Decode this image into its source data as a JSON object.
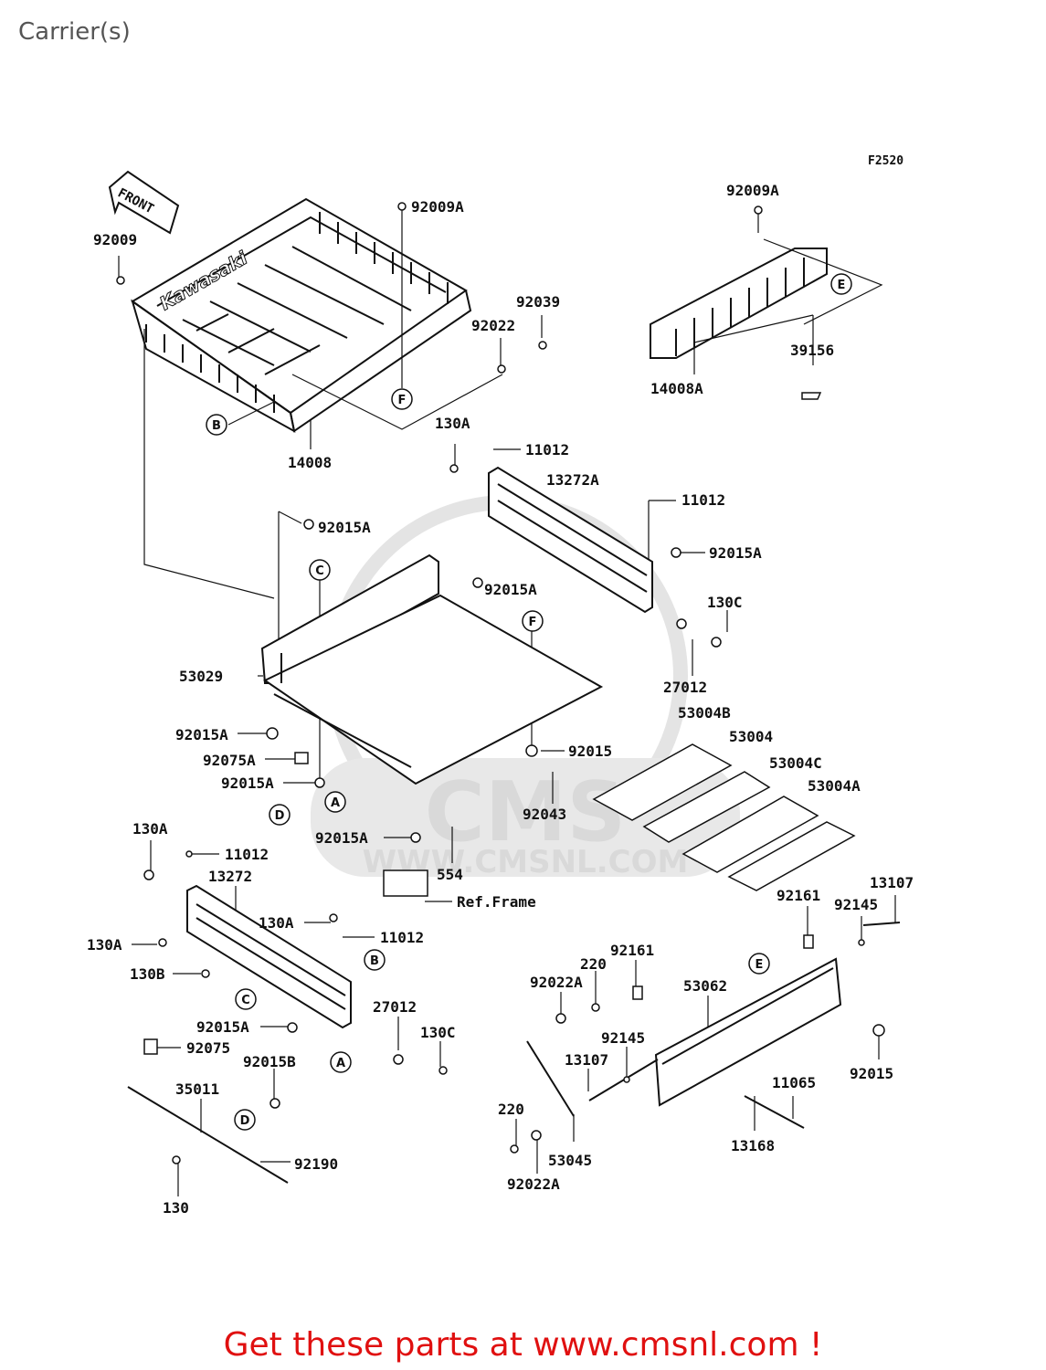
{
  "page": {
    "title": "Carrier(s)",
    "figure_code": "F2520",
    "footer_link": "Get these parts at www.cmsnl.com !",
    "front_arrow_label": "FRONT",
    "brand_text": "Kawasaki"
  },
  "watermark": {
    "text1": "CMS",
    "text2": "WWW.CMSNL.COM"
  },
  "callouts": {
    "A": "A",
    "B": "B",
    "C": "C",
    "D": "D",
    "E": "E",
    "F": "F"
  },
  "parts": [
    {
      "id": "p01",
      "text": "92009A"
    },
    {
      "id": "p02",
      "text": "92009"
    },
    {
      "id": "p03",
      "text": "92039"
    },
    {
      "id": "p04",
      "text": "92022"
    },
    {
      "id": "p05",
      "text": "14008"
    },
    {
      "id": "p06",
      "text": "92009A"
    },
    {
      "id": "p07",
      "text": "39156"
    },
    {
      "id": "p08",
      "text": "14008A"
    },
    {
      "id": "p09",
      "text": "130A"
    },
    {
      "id": "p10",
      "text": "11012"
    },
    {
      "id": "p11",
      "text": "13272A"
    },
    {
      "id": "p12",
      "text": "11012"
    },
    {
      "id": "p13",
      "text": "92015A"
    },
    {
      "id": "p14",
      "text": "92015A"
    },
    {
      "id": "p15",
      "text": "92015A"
    },
    {
      "id": "p16",
      "text": "130C"
    },
    {
      "id": "p17",
      "text": "27012"
    },
    {
      "id": "p18",
      "text": "53029"
    },
    {
      "id": "p19",
      "text": "53004B"
    },
    {
      "id": "p20",
      "text": "53004"
    },
    {
      "id": "p21",
      "text": "53004C"
    },
    {
      "id": "p22",
      "text": "53004A"
    },
    {
      "id": "p23",
      "text": "92015A"
    },
    {
      "id": "p24",
      "text": "92075A"
    },
    {
      "id": "p25",
      "text": "92015A"
    },
    {
      "id": "p26",
      "text": "92015"
    },
    {
      "id": "p27",
      "text": "92043"
    },
    {
      "id": "p28",
      "text": "92015A"
    },
    {
      "id": "p29",
      "text": "554"
    },
    {
      "id": "p30",
      "text": "Ref.Frame"
    },
    {
      "id": "p31",
      "text": "130A"
    },
    {
      "id": "p32",
      "text": "11012"
    },
    {
      "id": "p33",
      "text": "13272"
    },
    {
      "id": "p34",
      "text": "130A"
    },
    {
      "id": "p35",
      "text": "11012"
    },
    {
      "id": "p36",
      "text": "130A"
    },
    {
      "id": "p37",
      "text": "130B"
    },
    {
      "id": "p38",
      "text": "92015A"
    },
    {
      "id": "p39",
      "text": "92075"
    },
    {
      "id": "p40",
      "text": "92015B"
    },
    {
      "id": "p41",
      "text": "35011"
    },
    {
      "id": "p42",
      "text": "92190"
    },
    {
      "id": "p43",
      "text": "130"
    },
    {
      "id": "p44",
      "text": "27012"
    },
    {
      "id": "p45",
      "text": "130C"
    },
    {
      "id": "p46",
      "text": "220"
    },
    {
      "id": "p47",
      "text": "92022A"
    },
    {
      "id": "p48",
      "text": "92161"
    },
    {
      "id": "p49",
      "text": "53062"
    },
    {
      "id": "p50",
      "text": "92145"
    },
    {
      "id": "p51",
      "text": "13107"
    },
    {
      "id": "p52",
      "text": "220"
    },
    {
      "id": "p53",
      "text": "53045"
    },
    {
      "id": "p54",
      "text": "92022A"
    },
    {
      "id": "p55",
      "text": "92161"
    },
    {
      "id": "p56",
      "text": "92145"
    },
    {
      "id": "p57",
      "text": "13107"
    },
    {
      "id": "p58",
      "text": "92015"
    },
    {
      "id": "p59",
      "text": "11065"
    },
    {
      "id": "p60",
      "text": "13168"
    }
  ]
}
